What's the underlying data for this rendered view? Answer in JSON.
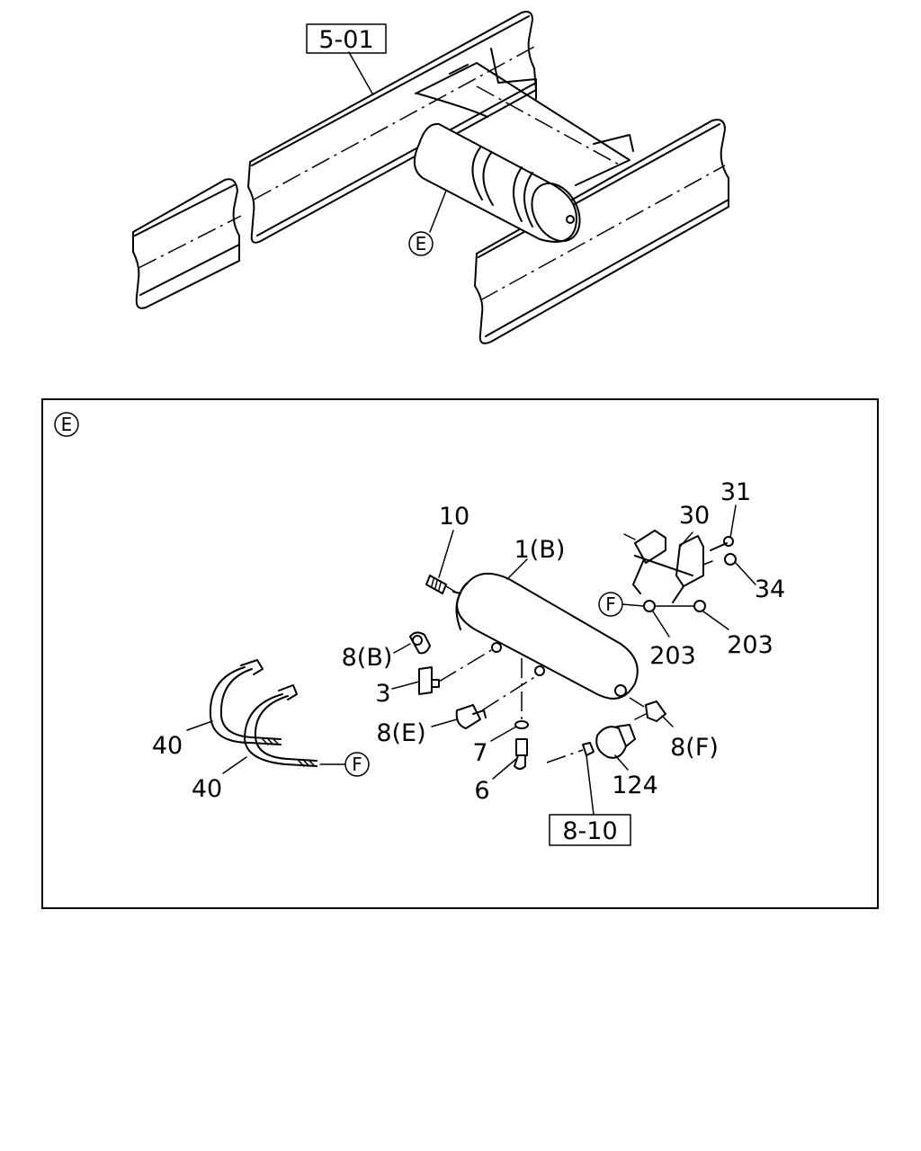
{
  "overview": {
    "ref_box": "5-01",
    "detail_marker": "E"
  },
  "detail": {
    "frame_marker": "E",
    "callouts": {
      "tank": "1(B)",
      "drain_plug": "10",
      "elbow_b": "8(B)",
      "tee": "3",
      "elbow_e": "8(E)",
      "washer": "7",
      "drain_valve": "6",
      "connector_f": "8(F)",
      "switch": "124",
      "ref_box": "8-10",
      "bracket": "30",
      "bolt": "31",
      "nut": "34",
      "nut_a": "203",
      "nut_b": "203",
      "band_a": "40",
      "band_b": "40",
      "ref_f_bracket": "F",
      "ref_f_band": "F"
    }
  }
}
